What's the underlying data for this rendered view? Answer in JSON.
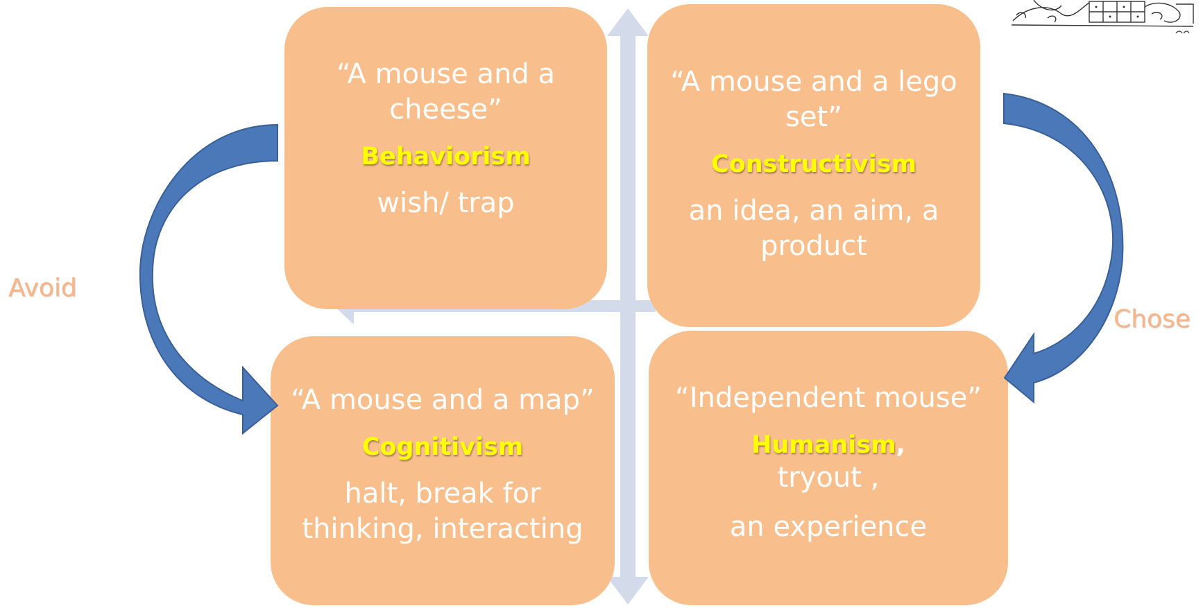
{
  "quadrants": {
    "top_left": {
      "quote_1": "“A mouse and a",
      "quote_2": "cheese”",
      "term": "Behaviorism",
      "desc": "wish/ trap"
    },
    "top_right": {
      "quote_1": "“A mouse and  a lego",
      "quote_2": "set”",
      "term": "Constructivism",
      "desc_1": "an idea,  an aim,   a",
      "desc_2": "product"
    },
    "bottom_left": {
      "quote": "“A mouse and a map”",
      "term": "Cognitivism",
      "desc_1": "halt, break for",
      "desc_2": "thinking, interacting"
    },
    "bottom_right": {
      "quote": "“Independent mouse”",
      "term": "Humanism",
      "term_suffix": ",",
      "desc_1": "tryout ,",
      "desc_2": "an experience"
    }
  },
  "labels": {
    "left": "Avoid",
    "right": "Chose"
  },
  "colors": {
    "box_fill": "#f8bf8d",
    "term_highlight": "#ffff00",
    "axis": "#d3dbea",
    "curved_arrow": "#4a78b8",
    "label": "#f6b68a"
  },
  "icons": {
    "vertical_axis": "double-headed-arrow",
    "horizontal_axis": "arrow",
    "left_arrow": "curved-arrow-down-right",
    "right_arrow": "curved-arrow-down-left",
    "corner_image": "sketch-drawing"
  }
}
